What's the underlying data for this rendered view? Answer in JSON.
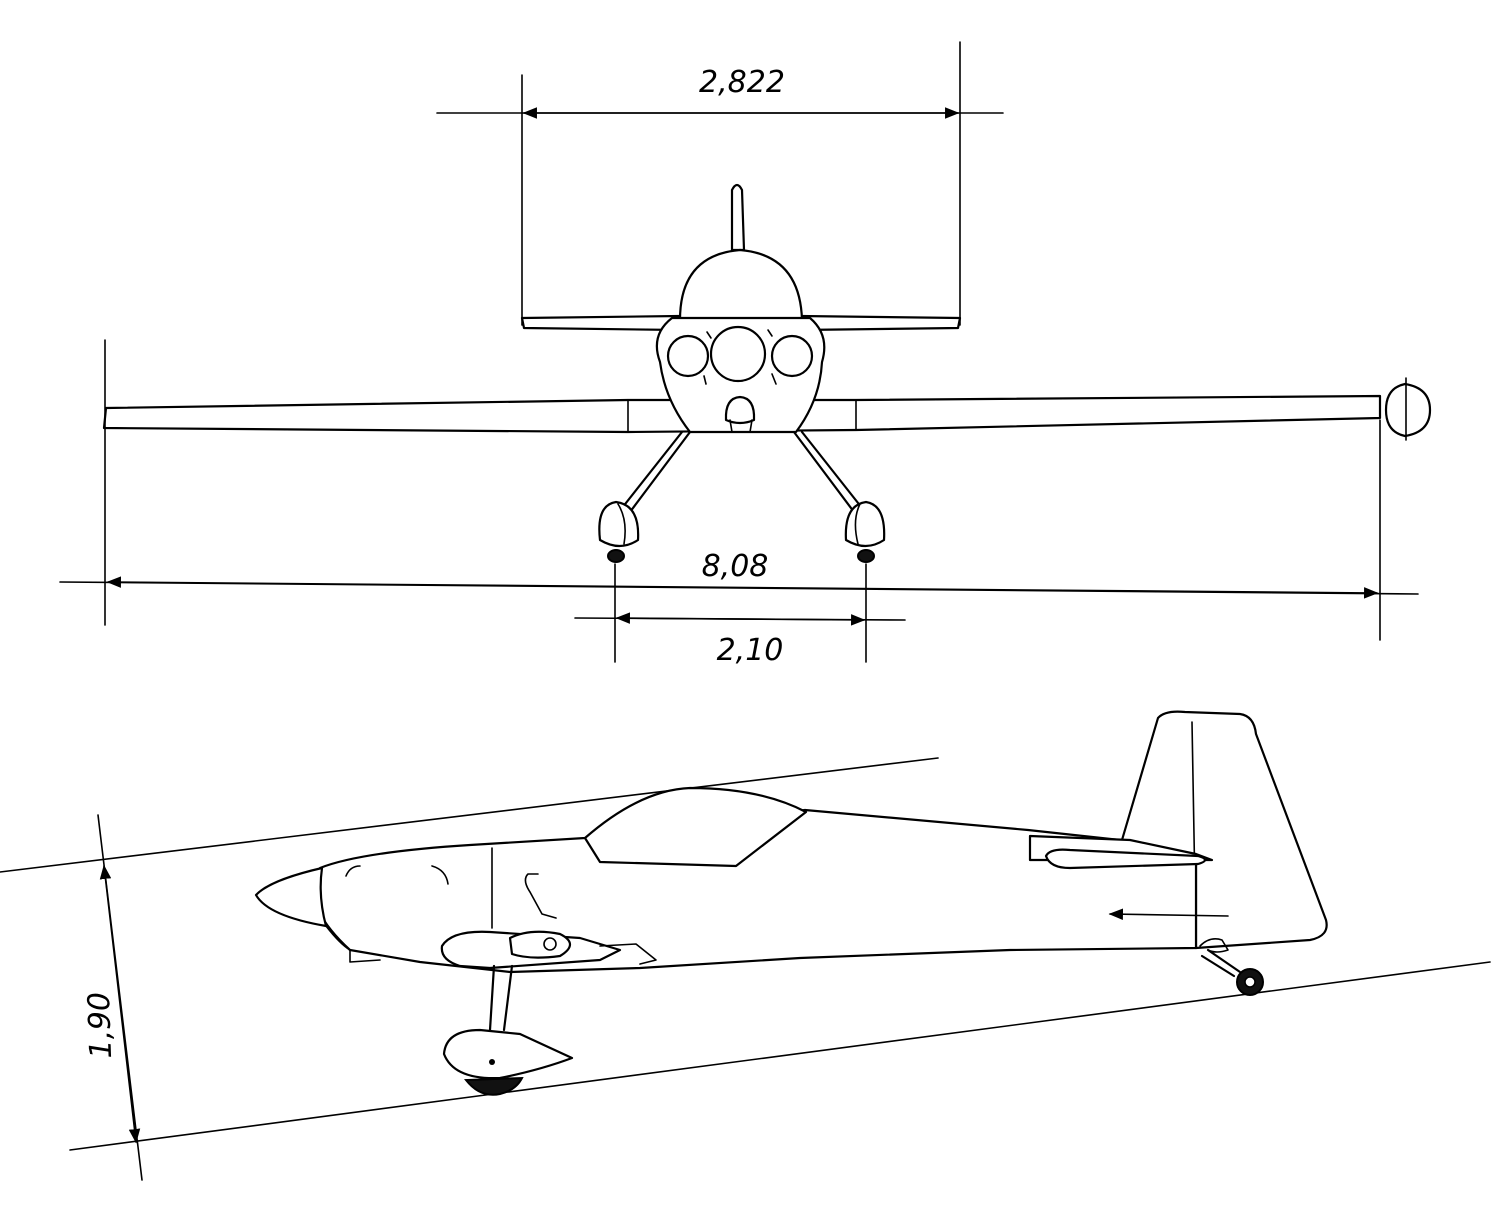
{
  "drawing": {
    "front_view": {
      "dimensions": {
        "stabilizer_span": "2,822",
        "wingspan": "8,08",
        "track_width": "2,10"
      }
    },
    "side_view": {
      "dimensions": {
        "height": "1,90"
      }
    },
    "line_color": "#000000",
    "background_color": "#ffffff"
  }
}
